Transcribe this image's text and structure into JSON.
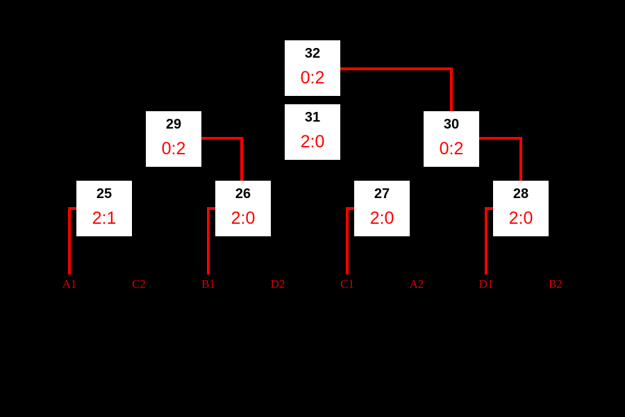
{
  "colors": {
    "background": "#000000",
    "box_fill": "#ffffff",
    "number_text": "#000000",
    "score_text": "#ff0000",
    "line": "#ff0000",
    "seed_text": "#dd0000"
  },
  "matches": [
    {
      "number": "25",
      "score": "2:1"
    },
    {
      "number": "26",
      "score": "2:0"
    },
    {
      "number": "27",
      "score": "2:0"
    },
    {
      "number": "28",
      "score": "2:0"
    },
    {
      "number": "29",
      "score": "0:2"
    },
    {
      "number": "30",
      "score": "0:2"
    },
    {
      "number": "31",
      "score": "2:0"
    },
    {
      "number": "32",
      "score": "0:2"
    }
  ],
  "seeds": [
    "A1",
    "C2",
    "B1",
    "D2",
    "C1",
    "A2",
    "D1",
    "B2"
  ]
}
